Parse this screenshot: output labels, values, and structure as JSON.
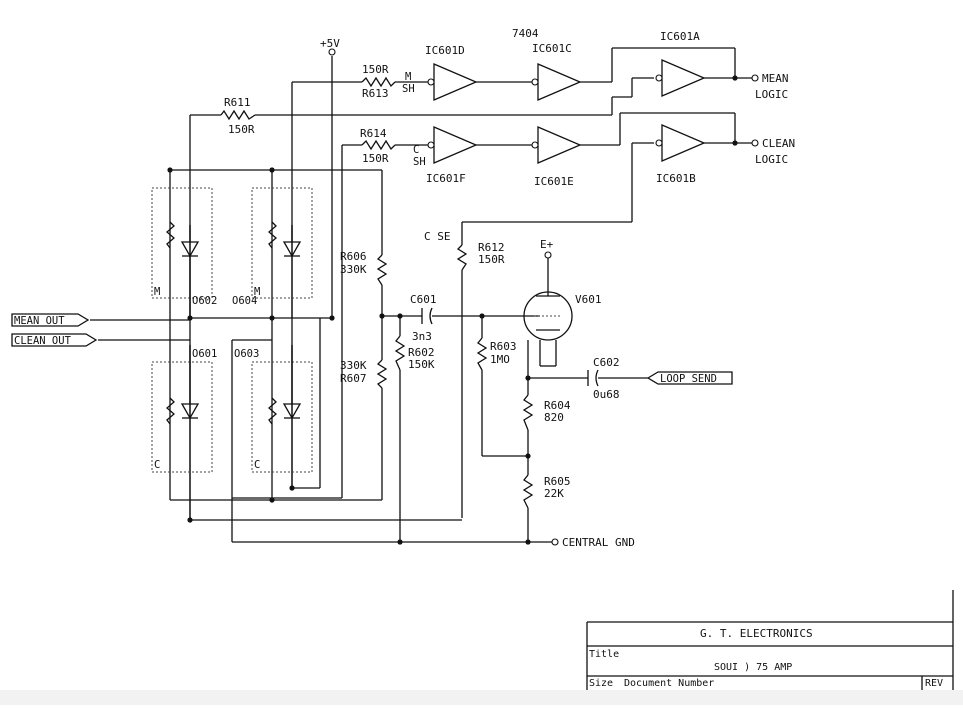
{
  "labels": {
    "supply": "+5V",
    "ic_family": "7404",
    "ic601a": "IC601A",
    "ic601b": "IC601B",
    "ic601c": "IC601C",
    "ic601d": "IC601D",
    "ic601e": "IC601E",
    "ic601f": "IC601F",
    "mean": "MEAN",
    "clean": "CLEAN",
    "logic1": "LOGIC",
    "logic2": "LOGIC",
    "m_tag": "M",
    "sh_tag1": "SH",
    "c_tag": "C",
    "sh_tag2": "SH",
    "r611": "R611",
    "r611_val": "150R",
    "r613_val": "150R",
    "r613": "R613",
    "r614": "R614",
    "r614_val": "150R",
    "r606": "R606",
    "r606_val": "330K",
    "r607_val": "330K",
    "r607": "R607",
    "r602": "R602",
    "r602_val": "150K",
    "r612": "R612",
    "r612_val": "150R",
    "r603": "R603",
    "r603_val": "1MO",
    "r604": "R604",
    "r604_val": "820",
    "r605": "R605",
    "r605_val": "22K",
    "c601": "C601",
    "c601_val": "3n3",
    "c602": "C602",
    "c602_val": "0u68",
    "c_se": "C SE",
    "e_plus": "E+",
    "v601": "V601",
    "o601": "O601",
    "o602": "O602",
    "o603": "O603",
    "o604": "O604",
    "opto_m1": "M",
    "opto_m2": "M",
    "opto_c1": "C",
    "opto_c2": "C",
    "mean_out": "MEAN OUT",
    "clean_out": "CLEAN OUT",
    "loop_send": "LOOP SEND",
    "central_gnd": "CENTRAL GND"
  },
  "title_block": {
    "company": "G. T. ELECTRONICS",
    "title_label": "Title",
    "title_value": "SOUI  ) 75 AMP",
    "size_label": "Size",
    "docnum_label": "Document Number",
    "rev_label": "REV"
  }
}
